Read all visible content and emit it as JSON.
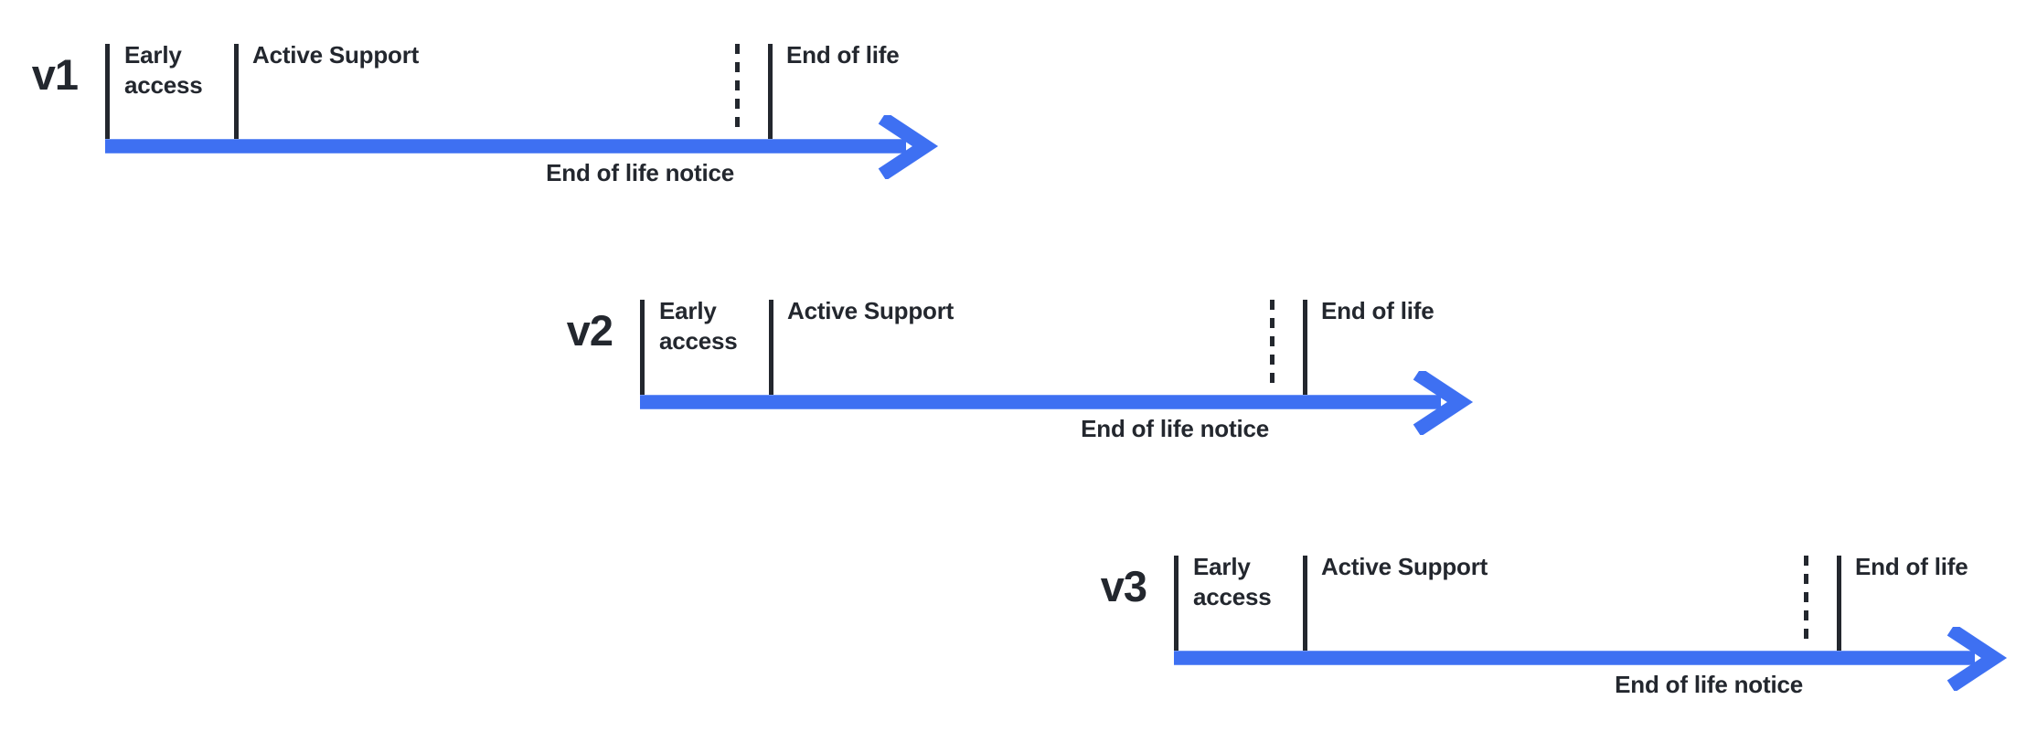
{
  "diagram": {
    "name": "version-support-lifecycle",
    "colors": {
      "accent": "#3E70F2",
      "ink": "#23272E",
      "background": "#FFFFFF"
    },
    "timelines": [
      {
        "version": "v1",
        "labels": {
          "early_access": "Early access",
          "active_support": "Active Support",
          "end_of_life": "End of life",
          "end_of_life_notice": "End of life notice"
        }
      },
      {
        "version": "v2",
        "labels": {
          "early_access": "Early access",
          "active_support": "Active Support",
          "end_of_life": "End of life",
          "end_of_life_notice": "End of life notice"
        }
      },
      {
        "version": "v3",
        "labels": {
          "early_access": "Early access",
          "active_support": "Active Support",
          "end_of_life": "End of life",
          "end_of_life_notice": "End of life notice"
        }
      }
    ]
  }
}
